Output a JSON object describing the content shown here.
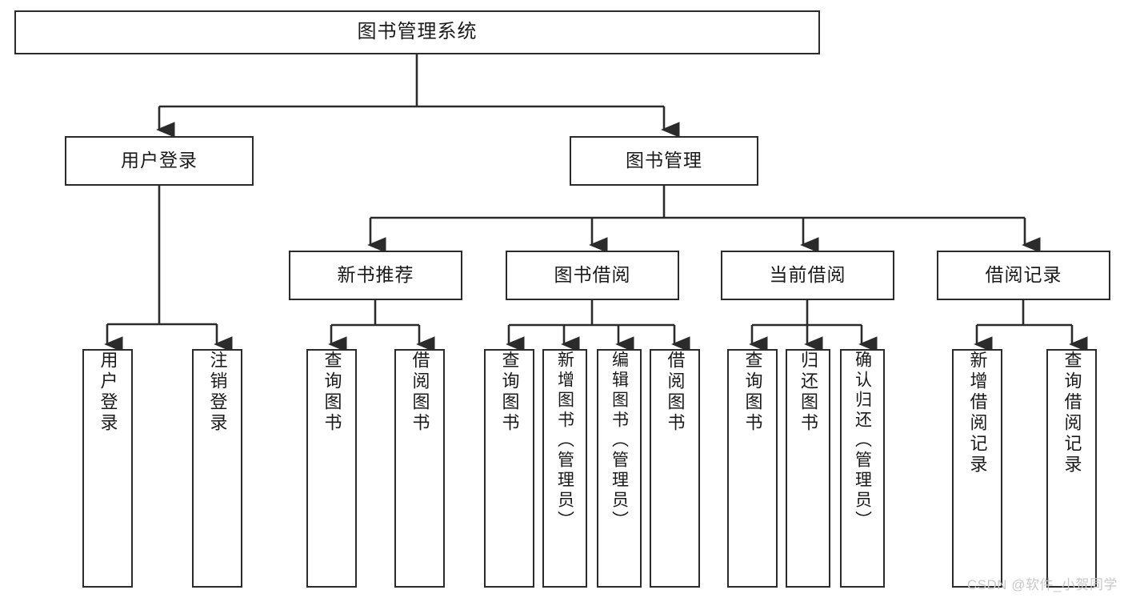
{
  "diagram": {
    "title": "图书管理系统",
    "watermark": "CSDN @软件_小贺同学",
    "stroke_color": "#2b2b2b",
    "fill_color": "#ffffff",
    "text_color": "#1a1a1a",
    "watermark_color": "#c9c9c9",
    "root": {
      "label": "图书管理系统"
    },
    "level2": [
      {
        "label": "用户登录"
      },
      {
        "label": "图书管理"
      }
    ],
    "level3": [
      {
        "label": "新书推荐"
      },
      {
        "label": "图书借阅"
      },
      {
        "label": "当前借阅"
      },
      {
        "label": "借阅记录"
      }
    ],
    "leaves": {
      "user_login": [
        {
          "label": "用户登录"
        },
        {
          "label": "注销登录"
        }
      ],
      "new_book_recommend": [
        {
          "label": "查询图书"
        },
        {
          "label": "借阅图书"
        }
      ],
      "book_borrow": [
        {
          "label": "查询图书"
        },
        {
          "label": "新增图书（管理员）"
        },
        {
          "label": "编辑图书（管理员）"
        },
        {
          "label": "借阅图书"
        }
      ],
      "current_borrow": [
        {
          "label": "查询图书"
        },
        {
          "label": "归还图书"
        },
        {
          "label": "确认归还（管理员）"
        }
      ],
      "borrow_record": [
        {
          "label": "新增借阅记录"
        },
        {
          "label": "查询借阅记录"
        }
      ]
    }
  }
}
